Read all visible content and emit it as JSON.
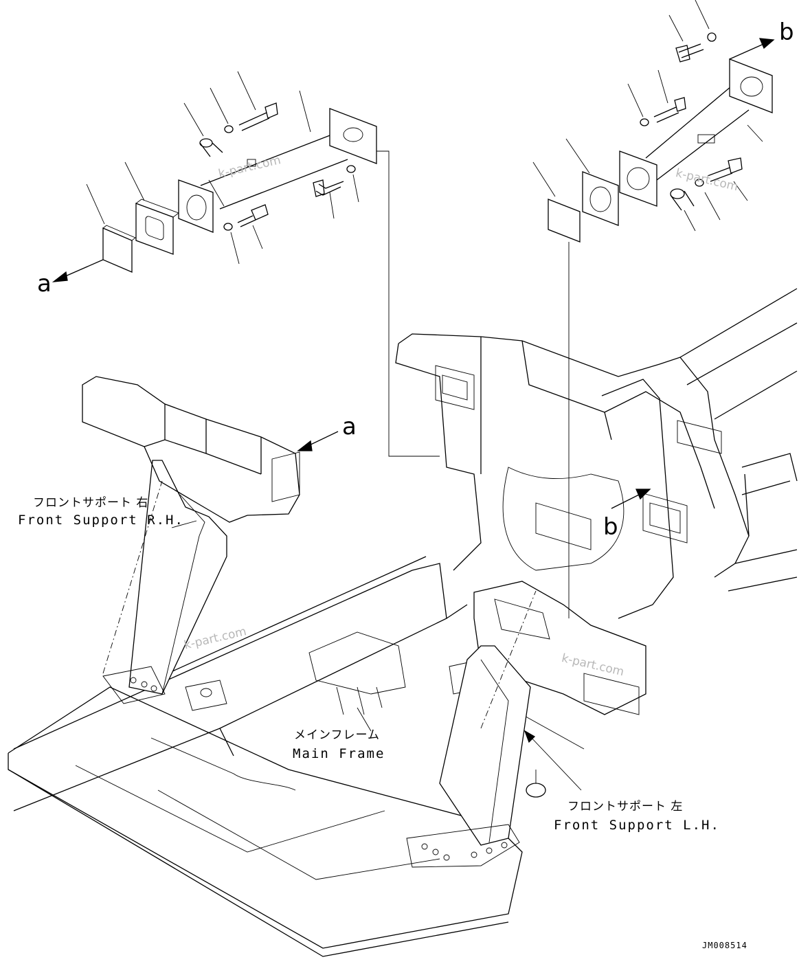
{
  "labels": {
    "front_support_rh_ja": "フロントサポート 右",
    "front_support_rh_en": "Front Support R.H.",
    "front_support_lh_ja": "フロントサポート 左",
    "front_support_lh_en": "Front Support L.H.",
    "main_frame_ja": "メインフレーム",
    "main_frame_en": "Main Frame"
  },
  "reference_marks": {
    "a_top": "a",
    "a_frame": "a",
    "b_top": "b",
    "b_frame": "b"
  },
  "drawing_code": "JM008514",
  "watermarks": [
    "k-part.com",
    "k-part.com",
    "k-part.com",
    "k-part.com"
  ],
  "colors": {
    "line": "#000000",
    "background": "#ffffff",
    "watermark": "#b8b8b8"
  }
}
